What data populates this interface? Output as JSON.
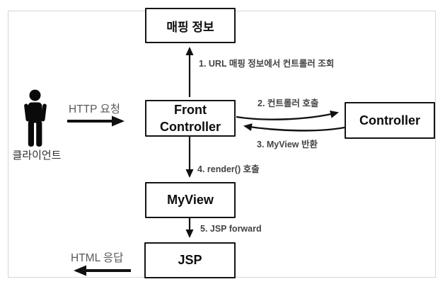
{
  "diagram": {
    "nodes": {
      "mapping": {
        "label": "매핑 정보"
      },
      "front_controller": {
        "label": "Front Controller"
      },
      "controller": {
        "label": "Controller"
      },
      "myview": {
        "label": "MyView"
      },
      "jsp": {
        "label": "JSP"
      }
    },
    "actor": {
      "label": "클라이언트"
    },
    "edges": {
      "step1": {
        "label": "1. URL 매핑 정보에서 컨트롤러 조회",
        "from": "Front Controller",
        "to": "매핑 정보"
      },
      "step2": {
        "label": "2. 컨트롤러 호출",
        "from": "Front Controller",
        "to": "Controller"
      },
      "step3": {
        "label": "3. MyView 반환",
        "from": "Controller",
        "to": "Front Controller"
      },
      "step4": {
        "label": "4. render() 호출",
        "from": "Front Controller",
        "to": "MyView"
      },
      "step5": {
        "label": "5. JSP forward",
        "from": "MyView",
        "to": "JSP"
      },
      "http_request": {
        "label": "HTTP 요청",
        "from": "클라이언트",
        "to": "Front Controller"
      },
      "html_response": {
        "label": "HTML 응답",
        "from": "JSP",
        "to": "클라이언트"
      }
    },
    "colors": {
      "node_border": "#151515",
      "arrow": "#111111",
      "step_label": "#434343",
      "io_label": "#5a5a5a",
      "frame_border": "#d6d6d6",
      "background": "#ffffff"
    }
  }
}
